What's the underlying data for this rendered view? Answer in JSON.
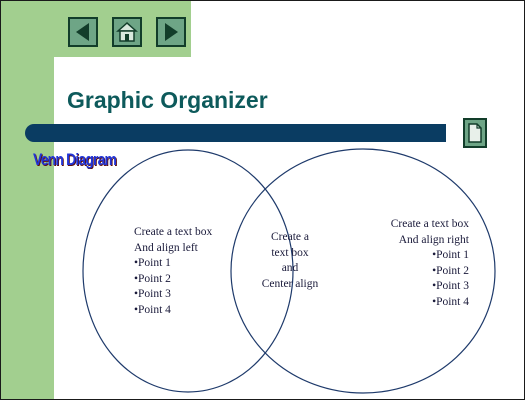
{
  "slide": {
    "title": "Graphic Organizer",
    "subtitle": "Venn Diagram"
  },
  "nav": {
    "buttons": [
      {
        "name": "back-button",
        "icon": "arrow-left-icon"
      },
      {
        "name": "home-button",
        "icon": "home-icon"
      },
      {
        "name": "forward-button",
        "icon": "arrow-right-icon"
      }
    ],
    "document_button": {
      "icon": "document-icon"
    }
  },
  "venn": {
    "left_lines": [
      "Create a text box",
      "And align left",
      "•Point 1",
      "•Point 2",
      "•Point 3",
      "•Point 4"
    ],
    "center_lines": [
      "Create a",
      "text box",
      "and",
      "Center align"
    ],
    "right_lines": [
      "Create a text box",
      "And align right",
      "•Point 1",
      "•Point 2",
      "•Point 3",
      "•Point 4"
    ]
  },
  "colors": {
    "sidebar": "#a2cf8f",
    "button_fill": "#6ea586",
    "button_border": "#123d2a",
    "title": "#0d5a5b",
    "divider": "#0a3c62",
    "venn_label": "#2234d6",
    "circle_stroke": "#1e3a6b"
  }
}
